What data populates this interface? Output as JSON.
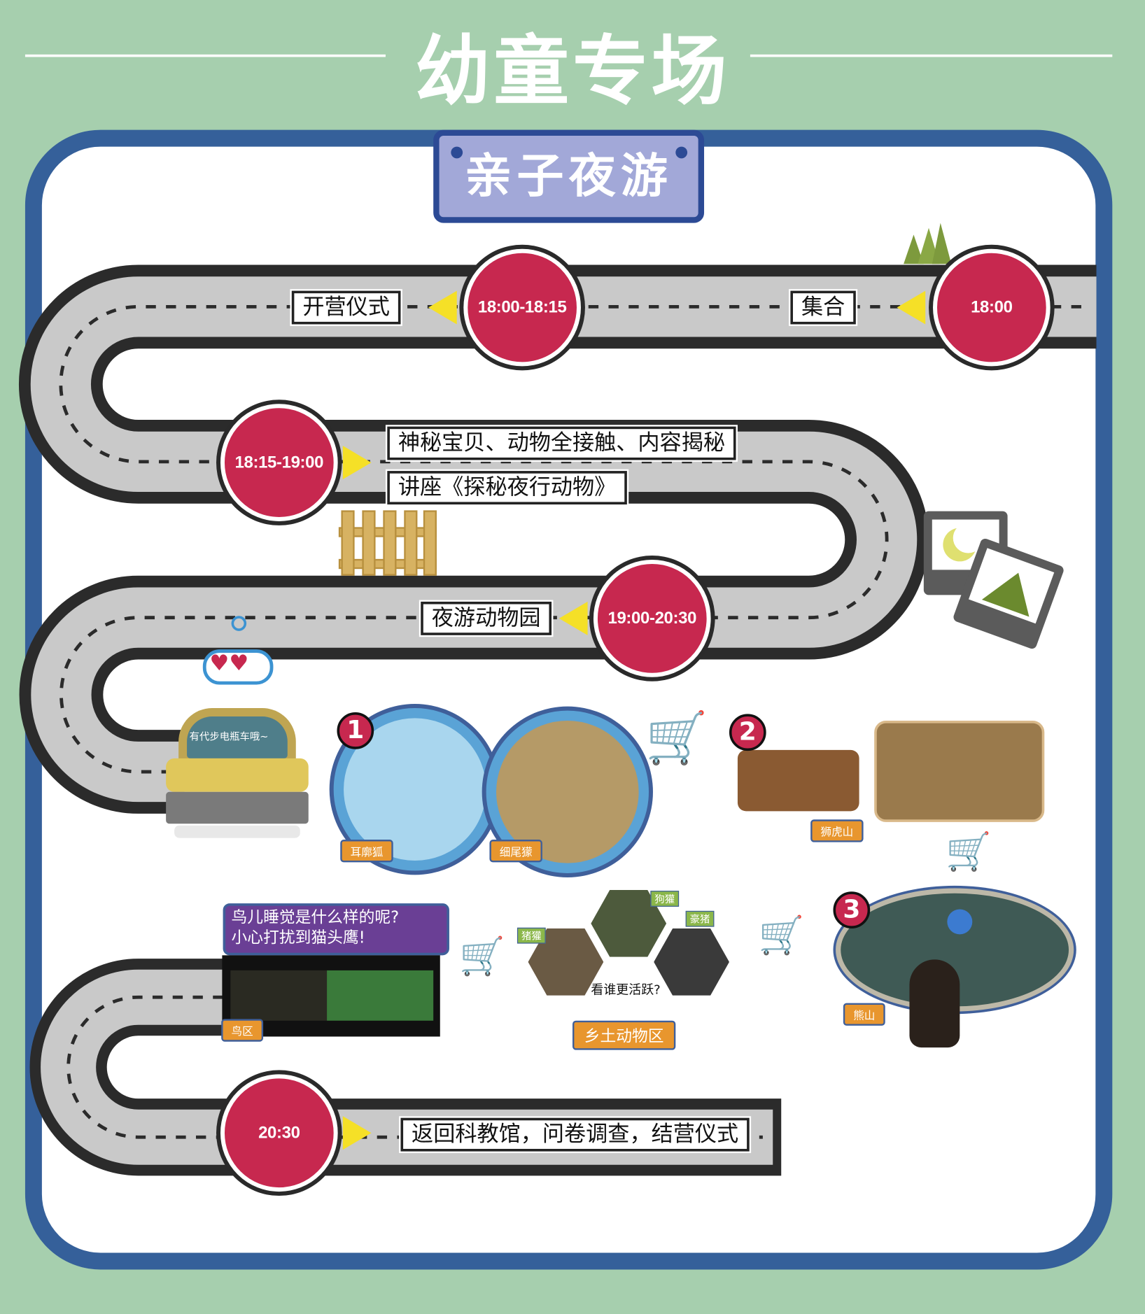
{
  "header": {
    "title": "幼童专场"
  },
  "sign": {
    "title": "亲子夜游"
  },
  "schedule": [
    {
      "time": "18:00",
      "label": "集合"
    },
    {
      "time": "18:00-18:15",
      "label": "开营仪式"
    },
    {
      "time": "18:15-19:00",
      "label": "神秘宝贝、动物全接触、内容揭秘",
      "label2": "讲座《探秘夜行动物》"
    },
    {
      "time": "19:00-20:30",
      "label": "夜游动物园"
    },
    {
      "time": "20:30",
      "label": "返回科教馆，问卷调查，结营仪式"
    }
  ],
  "car": {
    "text": "有代步电瓶车哦~"
  },
  "stops": {
    "one": {
      "num": "1",
      "animals": [
        "耳廓狐",
        "细尾獴"
      ]
    },
    "two": {
      "num": "2",
      "tag": "狮虎山"
    },
    "three": {
      "num": "3",
      "tag": "熊山"
    },
    "birds": {
      "bubble_line1": "鸟儿睡觉是什么样的呢?",
      "bubble_line2": "小心打扰到猫头鹰!",
      "tag": "鸟区"
    },
    "native": {
      "tag": "乡土动物区",
      "caption": "看谁更活跃?",
      "animals": [
        "狗獾",
        "豪猪",
        "猪獾"
      ]
    }
  },
  "colors": {
    "background": "#a6cfae",
    "frame": "#35609a",
    "time_circle": "#c7284f",
    "arrow": "#f5e027",
    "tag": "#e8962e"
  }
}
